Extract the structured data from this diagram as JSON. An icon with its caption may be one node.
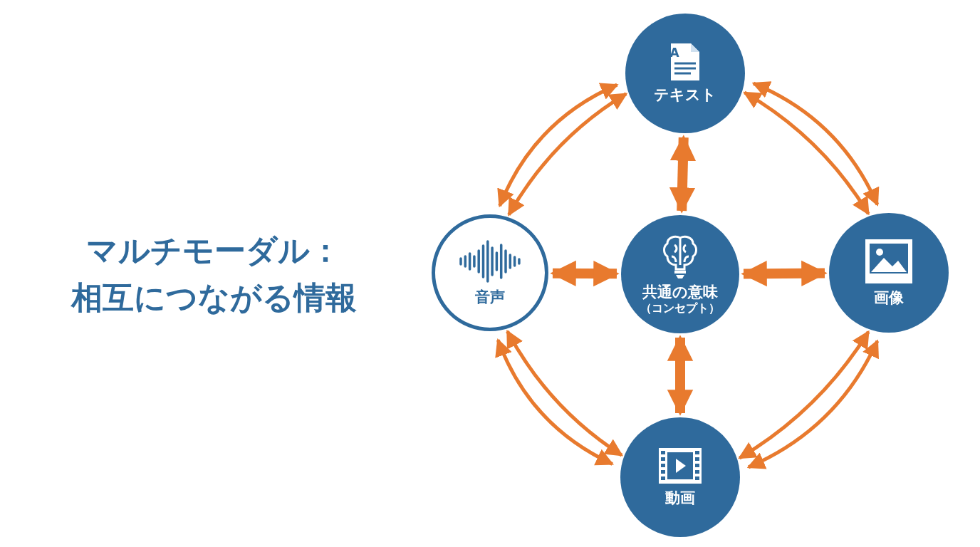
{
  "diagram": {
    "nodes": [
      {
        "text": [
          "テキスト"
        ]
      },
      {
        "text": [
          "音声"
        ]
      },
      {
        "text": [
          "共通の意味",
          "（コンセプト）"
        ]
      },
      {
        "text": [
          "画像"
        ]
      },
      {
        "text": [
          "動画"
        ]
      }
    ],
    "edges": [
      {
        "from": 0,
        "to": 1,
        "arrow": "both"
      },
      {
        "from": 0,
        "to": 1,
        "arrow": "both"
      },
      {
        "from": 0,
        "to": 3,
        "arrow": "both"
      },
      {
        "from": 0,
        "to": 3,
        "arrow": "both"
      },
      {
        "from": 1,
        "to": 4,
        "arrow": "both"
      },
      {
        "from": 1,
        "to": 4,
        "arrow": "both"
      },
      {
        "from": 3,
        "to": 4,
        "arrow": "both"
      },
      {
        "from": 3,
        "to": 4,
        "arrow": "both"
      },
      {
        "from": 0,
        "to": 2,
        "arrow": "both",
        "style": "thick"
      },
      {
        "from": 1,
        "to": 2,
        "arrow": "both",
        "style": "thick"
      },
      {
        "from": 2,
        "to": 3,
        "arrow": "both",
        "style": "thick"
      },
      {
        "from": 2,
        "to": 4,
        "arrow": "both",
        "style": "thick"
      }
    ],
    "labels": [
      "マルチモーダル：",
      "相互につながる情報",
      "A"
    ]
  }
}
